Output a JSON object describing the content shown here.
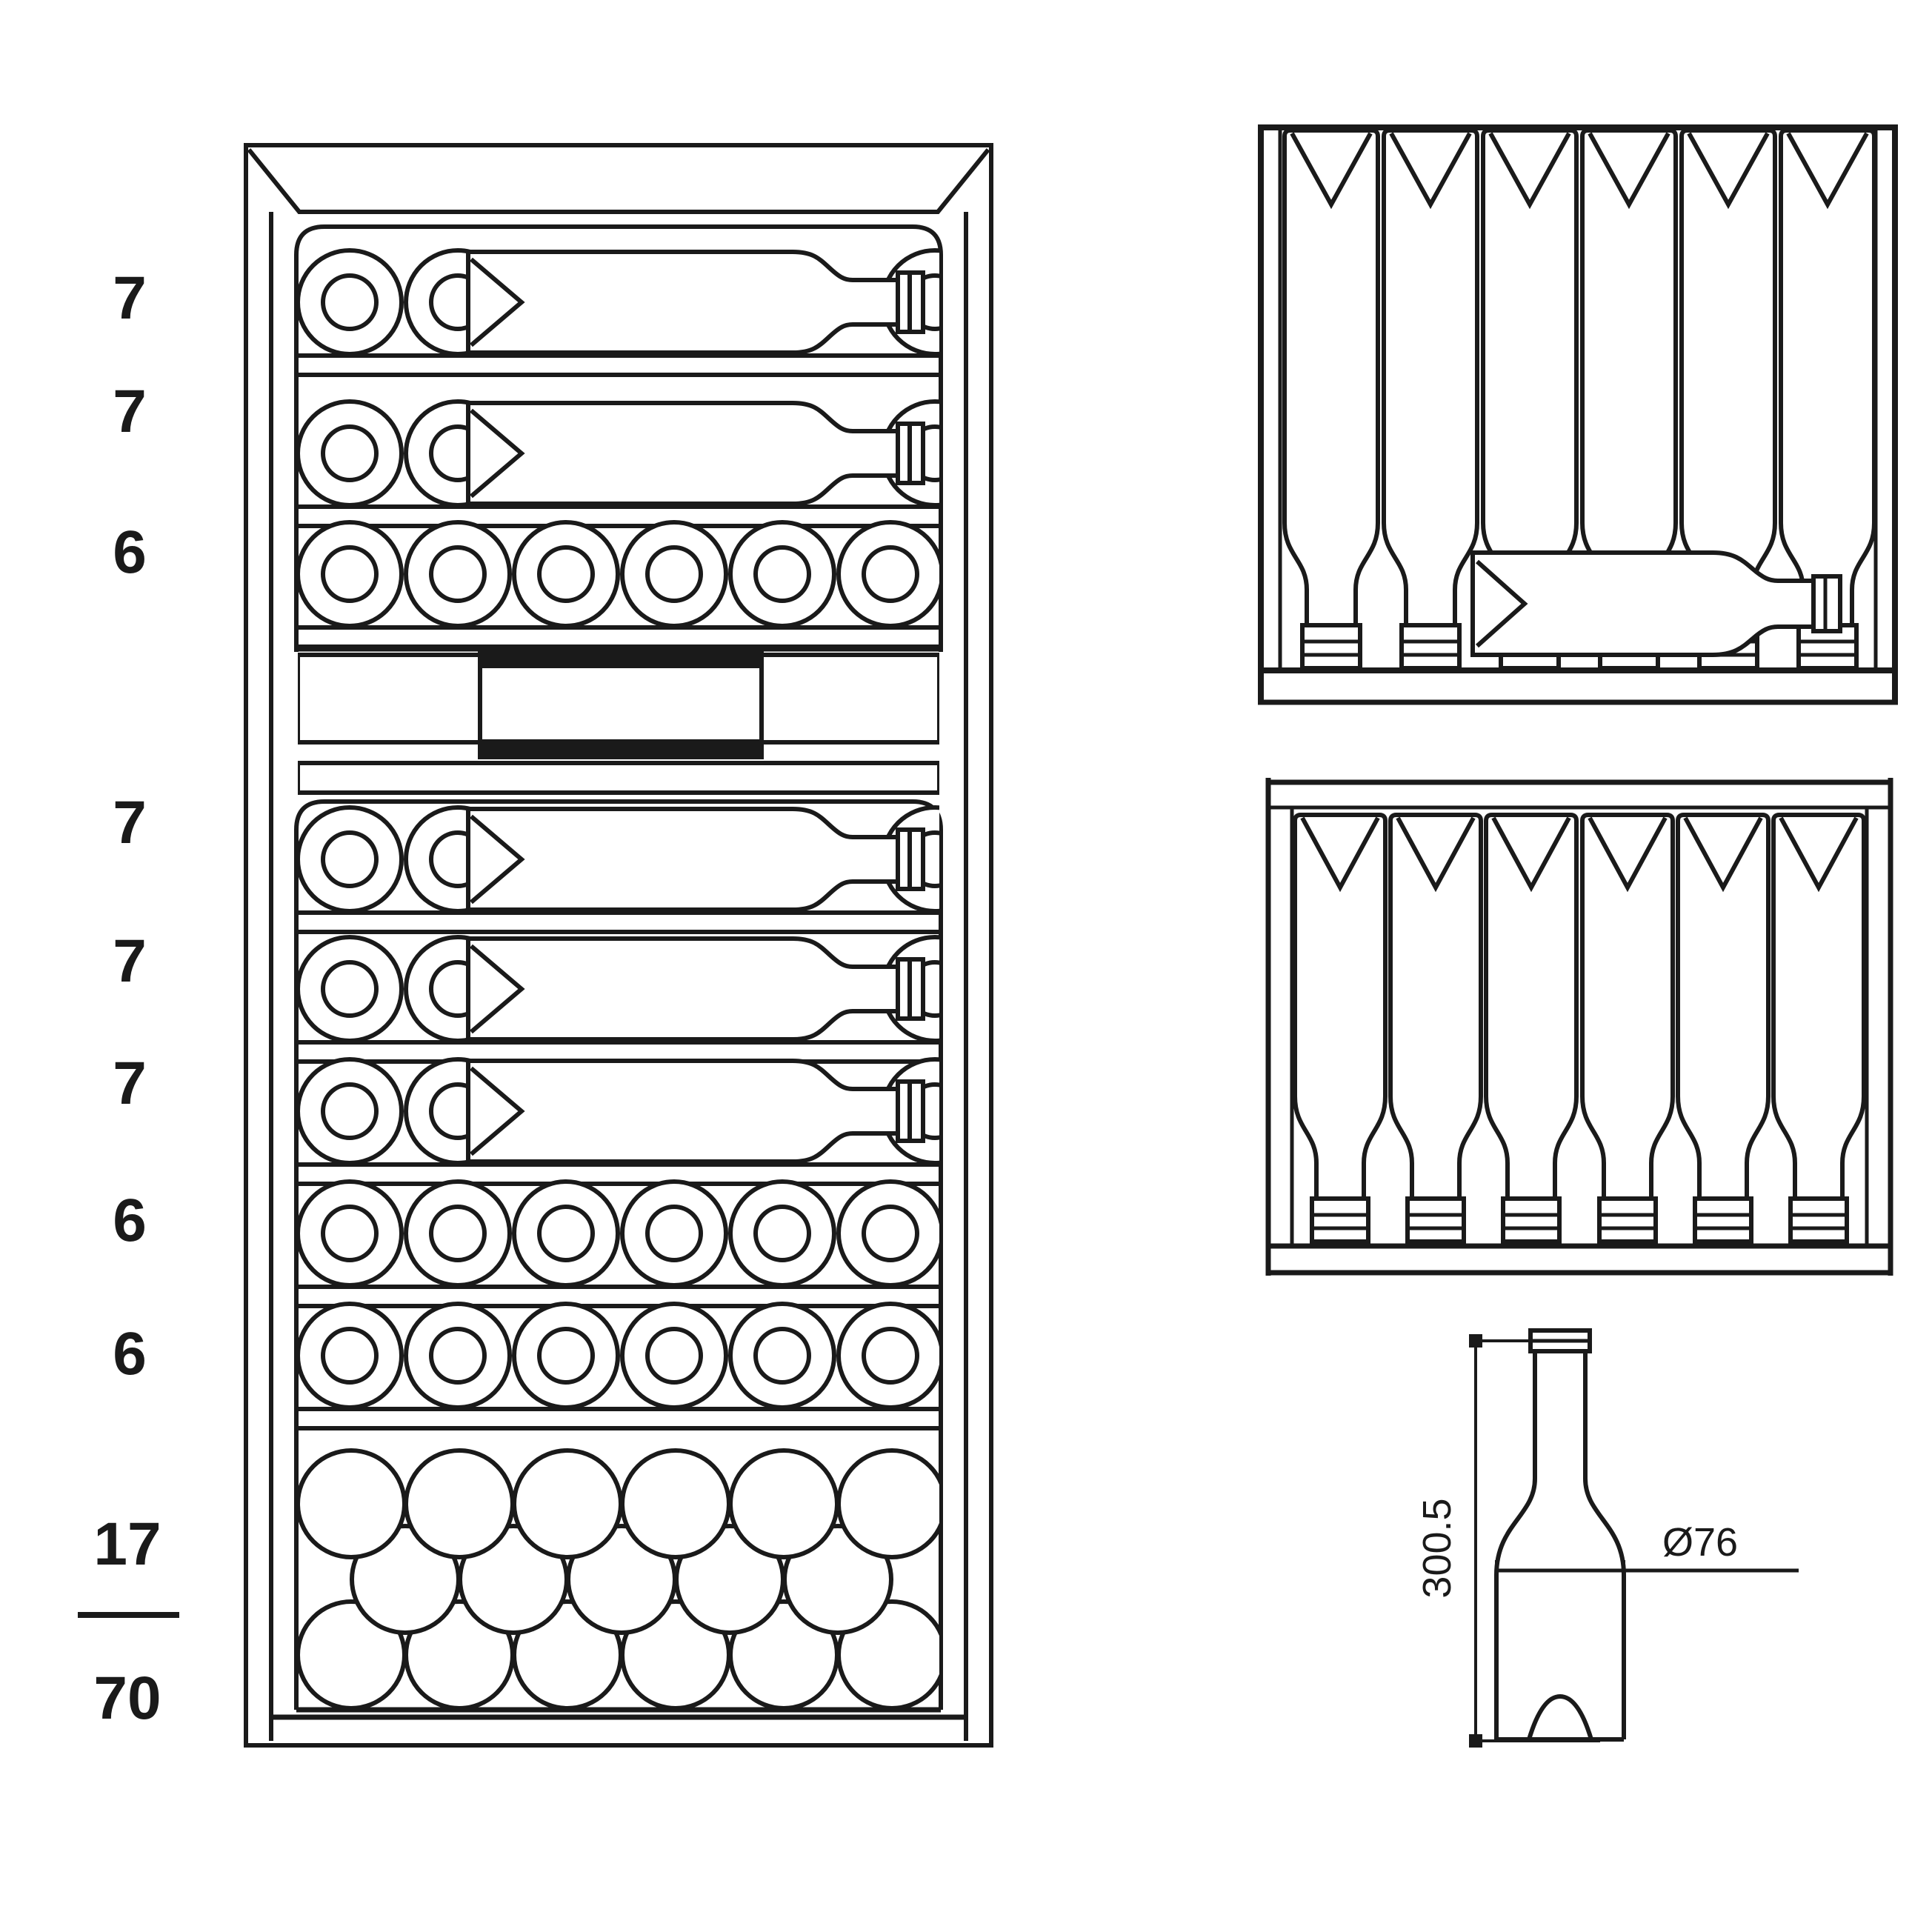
{
  "diagram": {
    "kind": "wine-cabinet-loading-plan",
    "background": "#ffffff",
    "line_color": "#1a1a1a"
  },
  "capacity": {
    "rows": [
      "7",
      "7",
      "6",
      "7",
      "7",
      "7",
      "6",
      "6"
    ],
    "bottom_section": "17",
    "total": "70"
  },
  "bottle_dimensions": {
    "height": "300.5",
    "diameter": "Ø76"
  }
}
